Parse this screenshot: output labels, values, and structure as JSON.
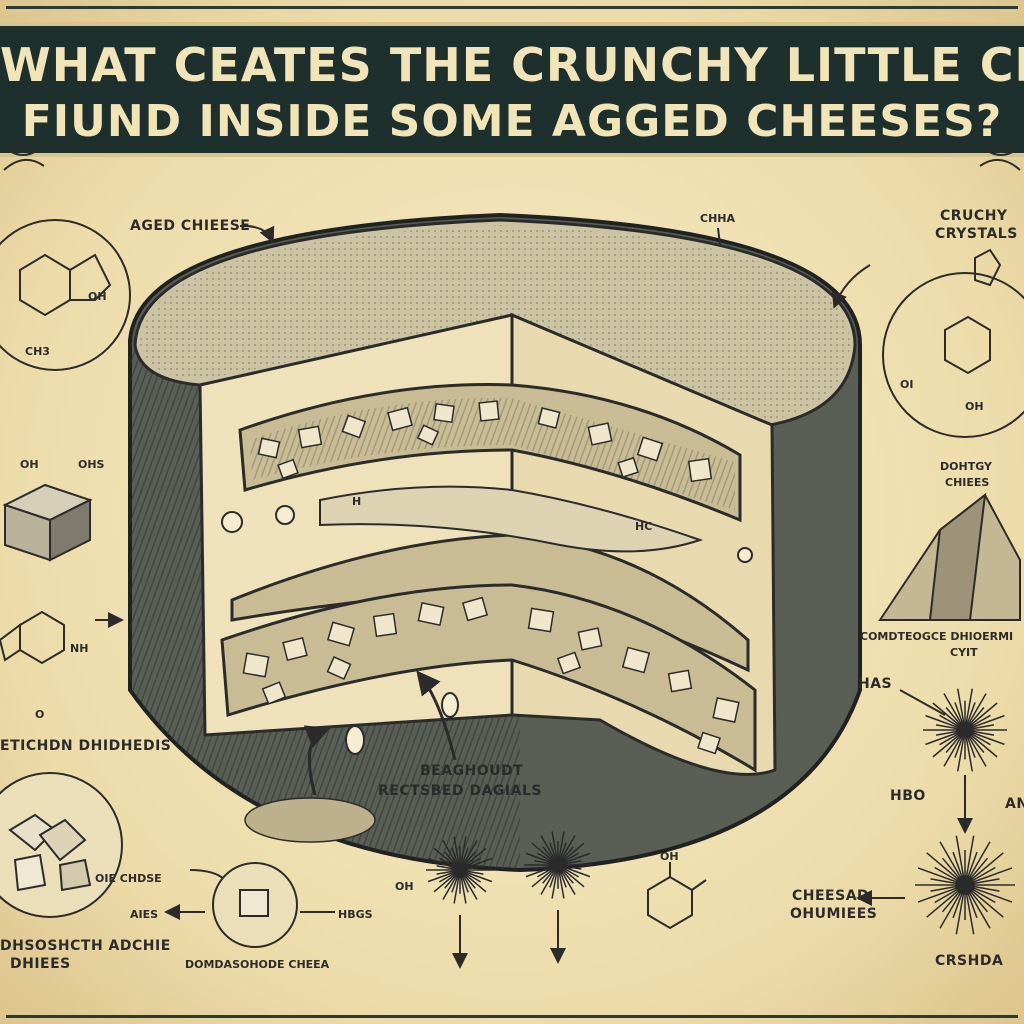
{
  "title": {
    "line1": "WHAT CEATES THE  CRUNCHY LITTLE CRYSTALS",
    "line2": "FIUND INSIDE  SOME AGGED CHEESES?"
  },
  "labels": {
    "aged_cheese": "AGED CHIEESE",
    "top_small": "CHHA",
    "crunchy_crystals_1": "CRUCHY",
    "crunchy_crystals_2": "CRYSTALS",
    "right_mid_1": "DOHTGY",
    "right_mid_2": "CHIEES",
    "right_axis_1": "COMDTEOGCE DHIOERMI",
    "right_axis_2": "CYIT",
    "has": "HAS",
    "ho": "HBO",
    "an": "AN",
    "left_low_1": "ETICHDN DHIDHEDIS",
    "center_1": "BEAGHOUDT",
    "center_2": "RECTSBED DAGIALS",
    "cheese_label": "OIE CHDSE",
    "ai_left": "AIES",
    "hbgs": "HBGS",
    "bottom_left_1": "DHSOSHCTH ADCHIE",
    "bottom_left_2": "DHIEES",
    "bottom_center": "DOMDASOHODE CHEEA",
    "bottom_right_1": "CHEESAD",
    "bottom_right_2": "OHUMIEES",
    "bottom_right_3": "CRSHDA",
    "chem_oh": "OH",
    "chem_nh": "NH",
    "chem_o": "O",
    "chem_ch3": "CH3",
    "chem_ohs": "OHS",
    "chem_oi": "OI",
    "hc": "HC",
    "h": "H"
  },
  "colors": {
    "ink": "#2b2b2b",
    "parchment": "#efe3b8",
    "banner": "#1e302e",
    "banner_text": "#f1e4b6"
  }
}
